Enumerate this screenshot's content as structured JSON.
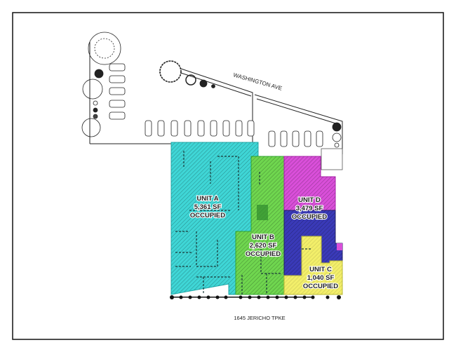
{
  "street_label": "WASHINGTON AVE",
  "address_label": "1645 JERICHO TPKE",
  "units": [
    {
      "name": "UNIT A",
      "area": "5,361 SF",
      "status": "OCCUPIED",
      "color": "#3fd6d6"
    },
    {
      "name": "UNIT B",
      "area": "2,620 SF",
      "status": "OCCUPIED",
      "color": "#6fd64f"
    },
    {
      "name": "UNIT C",
      "area": "1,040 SF",
      "status": "OCCUPIED",
      "color": "#f2ee6a"
    },
    {
      "name": "UNIT D",
      "area": "3,479 SF",
      "status": "OCCUPIED",
      "color": "#d94fd9"
    }
  ],
  "common_area_color": "#3a3ab8"
}
